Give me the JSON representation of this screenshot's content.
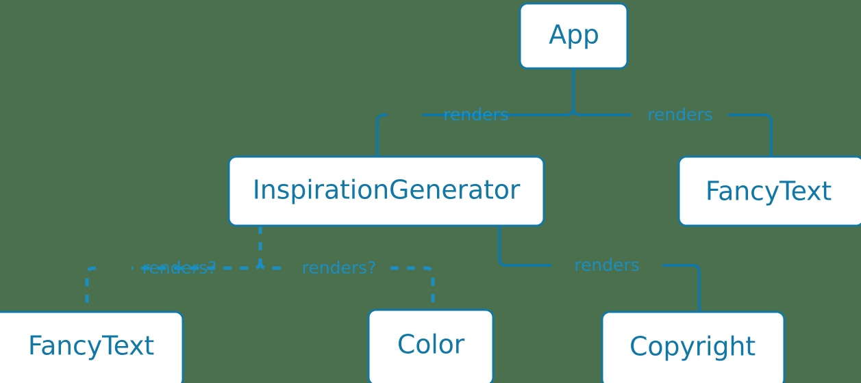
{
  "diagram": {
    "type": "component-tree",
    "background_color": "#4a704d",
    "node_fill_color": "#ffffff",
    "node_border_color": "#1178a6",
    "node_text_color": "#1178a6",
    "edge_color": "#1178a6",
    "edge_label_color": "#1b8ec2",
    "dashed_edge_color": "#1b8ec2",
    "nodes": [
      {
        "id": "app",
        "label": "App"
      },
      {
        "id": "inspiration-generator",
        "label": "InspirationGenerator"
      },
      {
        "id": "fancytext-right",
        "label": "FancyText"
      },
      {
        "id": "fancytext-bottom",
        "label": "FancyText"
      },
      {
        "id": "color",
        "label": "Color"
      },
      {
        "id": "copyright",
        "label": "Copyright"
      }
    ],
    "edges": [
      {
        "id": "app-to-inspiration-generator",
        "from": "app",
        "to": "inspiration-generator",
        "label": "renders",
        "style": "solid"
      },
      {
        "id": "app-to-fancytext-right",
        "from": "app",
        "to": "fancytext-right",
        "label": "renders",
        "style": "solid"
      },
      {
        "id": "inspiration-generator-to-fancytext-bottom",
        "from": "inspiration-generator",
        "to": "fancytext-bottom",
        "label": "renders?",
        "style": "dashed"
      },
      {
        "id": "inspiration-generator-to-color",
        "from": "inspiration-generator",
        "to": "color",
        "label": "renders?",
        "style": "dashed"
      },
      {
        "id": "inspiration-generator-to-copyright",
        "from": "inspiration-generator",
        "to": "copyright",
        "label": "renders",
        "style": "solid"
      }
    ]
  }
}
